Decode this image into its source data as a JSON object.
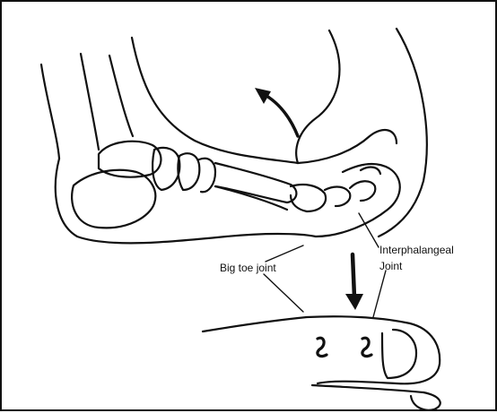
{
  "labels": {
    "big_toe_joint": "Big toe joint",
    "interphalangeal_line1": "Interphalangeal",
    "interphalangeal_line2": "Joint"
  }
}
